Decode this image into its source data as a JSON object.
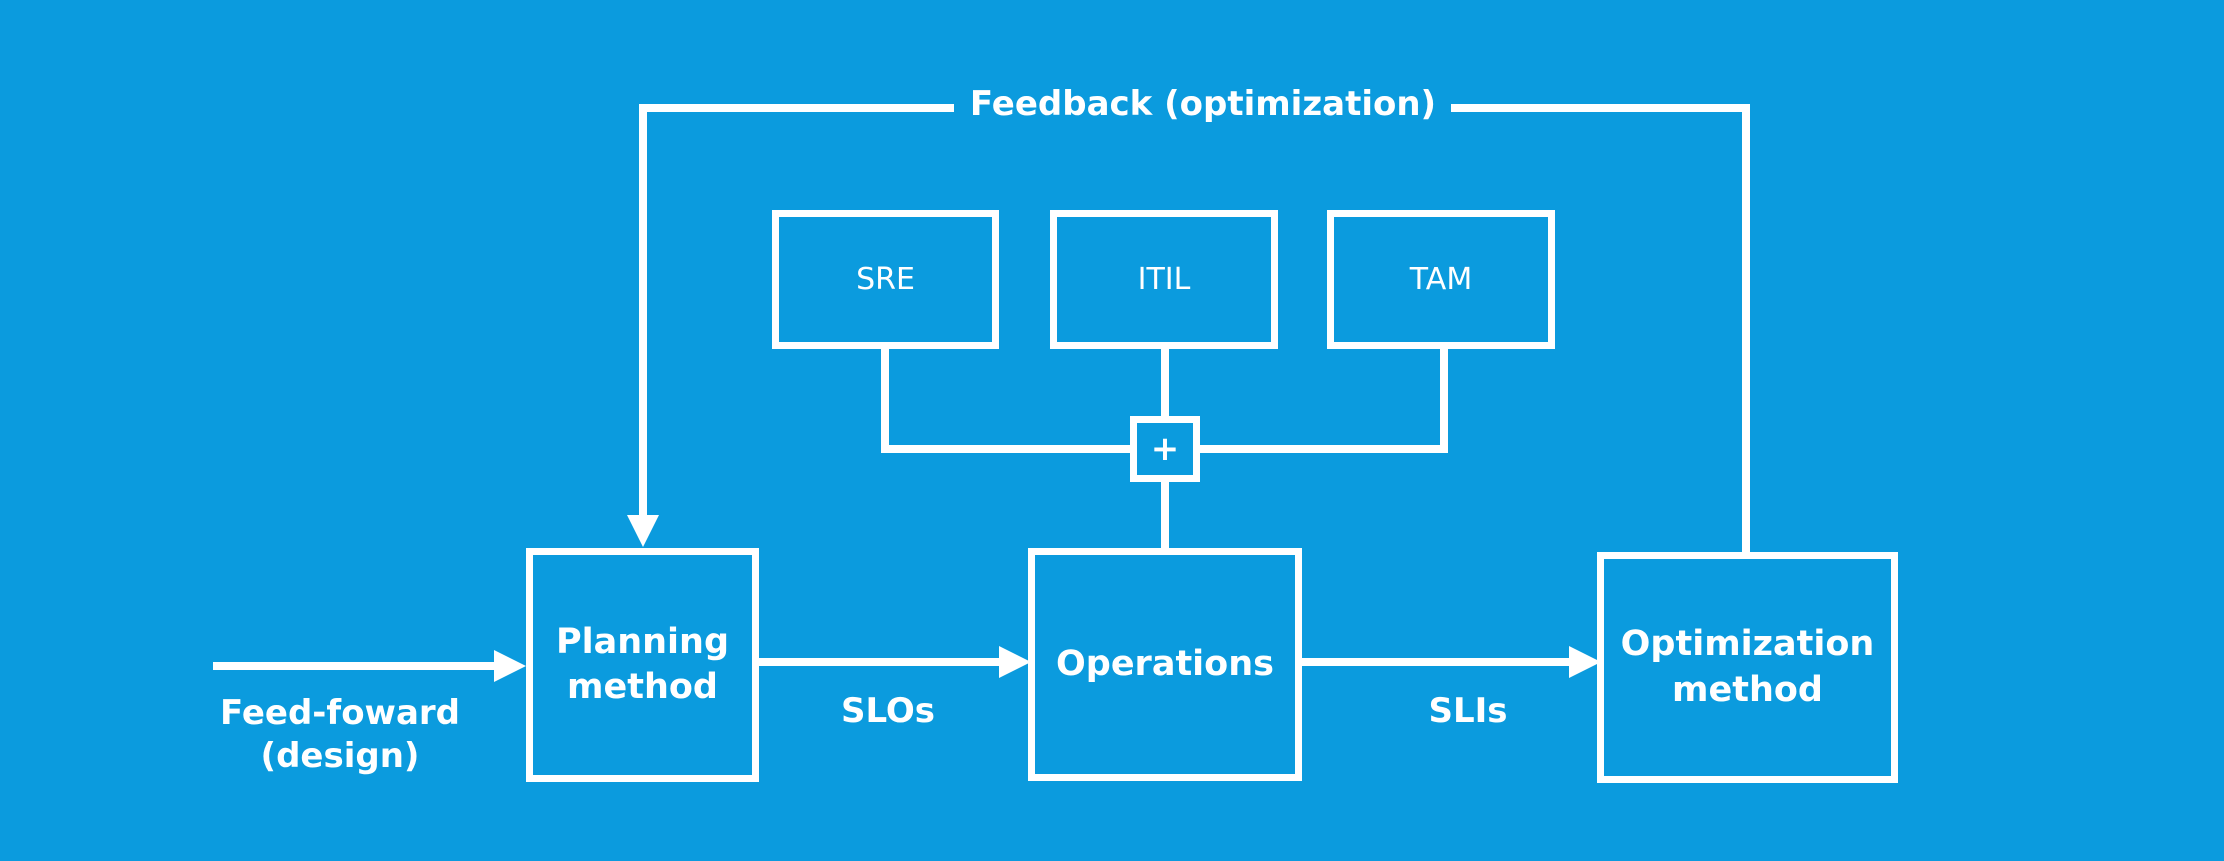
{
  "feedback_label": "Feedback (optimization)",
  "feedforward_label": [
    "Feed-foward",
    "(design)"
  ],
  "inputs": [
    {
      "id": "sre",
      "label": "SRE"
    },
    {
      "id": "itil",
      "label": "ITIL"
    },
    {
      "id": "tam",
      "label": "TAM"
    }
  ],
  "combiner_symbol": "+",
  "stages": [
    {
      "id": "planning",
      "label": [
        "Planning",
        "method"
      ]
    },
    {
      "id": "operations",
      "label": [
        "Operations"
      ]
    },
    {
      "id": "optimization",
      "label": [
        "Optimization",
        "method"
      ]
    }
  ],
  "edges": [
    {
      "from": "planning",
      "to": "operations",
      "label": "SLOs"
    },
    {
      "from": "operations",
      "to": "optimization",
      "label": "SLIs"
    }
  ],
  "colors": {
    "background": "#0b9bde",
    "foreground": "#ffffff"
  }
}
